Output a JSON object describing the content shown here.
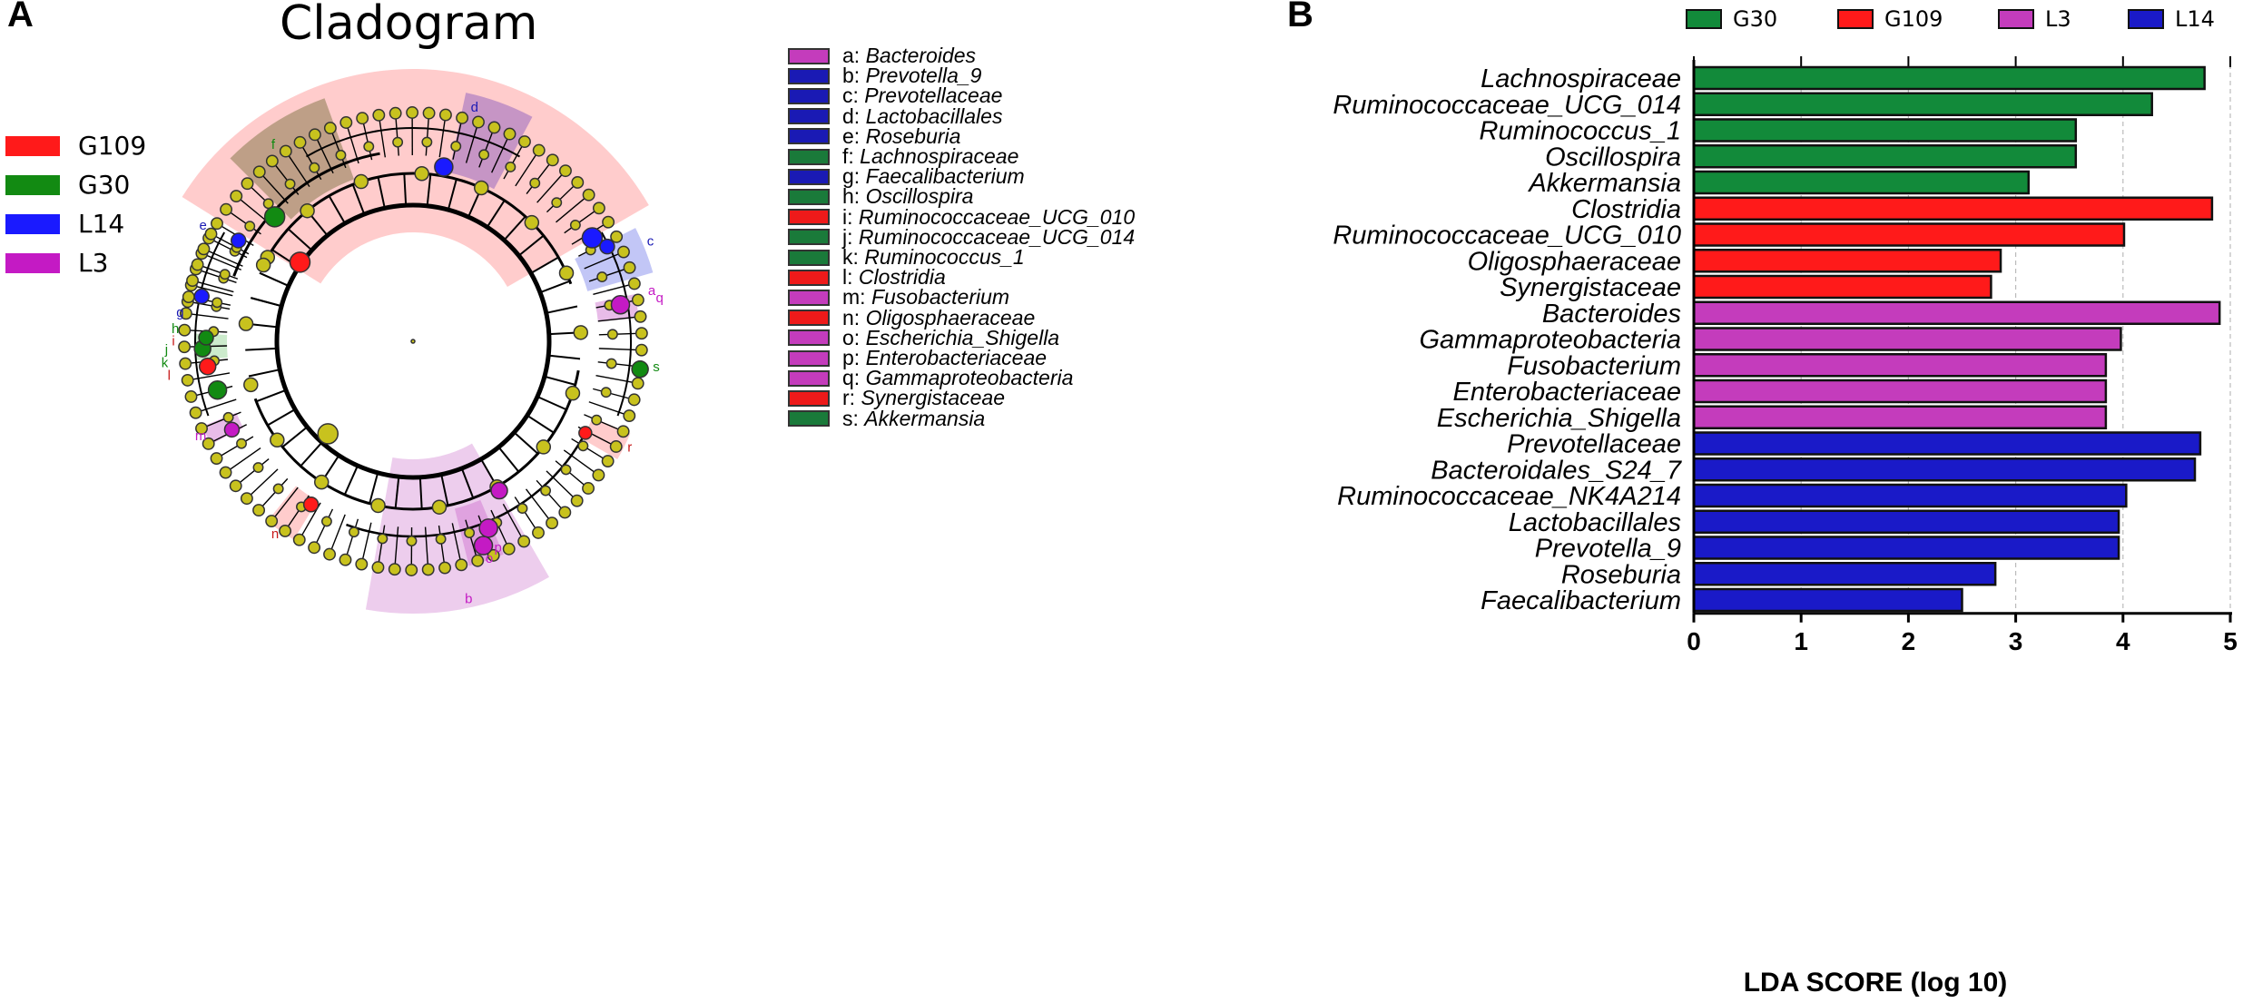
{
  "panel_a": {
    "letter": "A",
    "title": "Cladogram",
    "groups": [
      {
        "label": "G109",
        "color": "#ff1a1a"
      },
      {
        "label": "G30",
        "color": "#128a12"
      },
      {
        "label": "L14",
        "color": "#1a1aff"
      },
      {
        "label": "L3",
        "color": "#c41ac4"
      }
    ],
    "key": [
      {
        "letter": "a:",
        "taxon": "Bacteroides",
        "color": "#c43cbc"
      },
      {
        "letter": "b:",
        "taxon": "Prevotella_9",
        "color": "#1a1ab4"
      },
      {
        "letter": "c:",
        "taxon": "Prevotellaceae",
        "color": "#1a1ab4"
      },
      {
        "letter": "d:",
        "taxon": "Lactobacillales",
        "color": "#1a1ab4"
      },
      {
        "letter": "e:",
        "taxon": "Roseburia",
        "color": "#1a1ab4"
      },
      {
        "letter": "f:",
        "taxon": "Lachnospiraceae",
        "color": "#1a7a3a"
      },
      {
        "letter": "g:",
        "taxon": "Faecalibacterium",
        "color": "#1a1ab4"
      },
      {
        "letter": "h:",
        "taxon": "Oscillospira",
        "color": "#1a7a3a"
      },
      {
        "letter": "i:",
        "taxon": "Ruminococcaceae_UCG_010",
        "color": "#ee1a1a"
      },
      {
        "letter": "j:",
        "taxon": "Ruminococcaceae_UCG_014",
        "color": "#1a7a3a"
      },
      {
        "letter": "k:",
        "taxon": "Ruminococcus_1",
        "color": "#1a7a3a"
      },
      {
        "letter": "l:",
        "taxon": "Clostridia",
        "color": "#ee1a1a"
      },
      {
        "letter": "m:",
        "taxon": "Fusobacterium",
        "color": "#c43cbc"
      },
      {
        "letter": "n:",
        "taxon": "Oligosphaeraceae",
        "color": "#ee1a1a"
      },
      {
        "letter": "o:",
        "taxon": "Escherichia_Shigella",
        "color": "#c43cbc"
      },
      {
        "letter": "p:",
        "taxon": "Enterobacteriaceae",
        "color": "#c43cbc"
      },
      {
        "letter": "q:",
        "taxon": "Gammaproteobacteria",
        "color": "#c43cbc"
      },
      {
        "letter": "r:",
        "taxon": "Synergistaceae",
        "color": "#ee1a1a"
      },
      {
        "letter": "s:",
        "taxon": "Akkermansia",
        "color": "#1a7a3a"
      }
    ],
    "sector_labels": [
      "d",
      "c",
      "e",
      "g",
      "f",
      "h",
      "k",
      "j",
      "i",
      "l",
      "a",
      "q",
      "p",
      "o",
      "m",
      "n",
      "r",
      "s",
      "b"
    ]
  },
  "panel_b": {
    "letter": "B"
  },
  "chart_data": {
    "type": "bar",
    "orientation": "horizontal",
    "xlabel": "LDA SCORE (log 10)",
    "xlim": [
      0,
      5
    ],
    "xticks": [
      0,
      1,
      2,
      3,
      4,
      5
    ],
    "grid": "vertical dashed",
    "legend": {
      "placement": "top",
      "entries": [
        {
          "name": "G30",
          "color": "#128a3a"
        },
        {
          "name": "G109",
          "color": "#ff1a1a"
        },
        {
          "name": "L3",
          "color": "#c43cbc"
        },
        {
          "name": "L14",
          "color": "#1a1ac8"
        }
      ]
    },
    "bars": [
      {
        "label": "Lachnospiraceae",
        "value": 4.76,
        "group": "G30"
      },
      {
        "label": "Ruminococcaceae_UCG_014",
        "value": 4.27,
        "group": "G30"
      },
      {
        "label": "Ruminococcus_1",
        "value": 3.56,
        "group": "G30"
      },
      {
        "label": "Oscillospira",
        "value": 3.56,
        "group": "G30"
      },
      {
        "label": "Akkermansia",
        "value": 3.12,
        "group": "G30"
      },
      {
        "label": "Clostridia",
        "value": 4.83,
        "group": "G109"
      },
      {
        "label": "Ruminococcaceae_UCG_010",
        "value": 4.01,
        "group": "G109"
      },
      {
        "label": "Oligosphaeraceae",
        "value": 2.86,
        "group": "G109"
      },
      {
        "label": "Synergistaceae",
        "value": 2.77,
        "group": "G109"
      },
      {
        "label": "Bacteroides",
        "value": 4.9,
        "group": "L3"
      },
      {
        "label": "Gammaproteobacteria",
        "value": 3.98,
        "group": "L3"
      },
      {
        "label": "Fusobacterium",
        "value": 3.84,
        "group": "L3"
      },
      {
        "label": "Enterobacteriaceae",
        "value": 3.84,
        "group": "L3"
      },
      {
        "label": "Escherichia_Shigella",
        "value": 3.84,
        "group": "L3"
      },
      {
        "label": "Prevotellaceae",
        "value": 4.72,
        "group": "L14"
      },
      {
        "label": "Bacteroidales_S24_7",
        "value": 4.67,
        "group": "L14"
      },
      {
        "label": "Ruminococcaceae_NK4A214",
        "value": 4.03,
        "group": "L14"
      },
      {
        "label": "Lactobacillales",
        "value": 3.96,
        "group": "L14"
      },
      {
        "label": "Prevotella_9",
        "value": 3.96,
        "group": "L14"
      },
      {
        "label": "Roseburia",
        "value": 2.81,
        "group": "L14"
      },
      {
        "label": "Faecalibacterium",
        "value": 2.5,
        "group": "L14"
      }
    ]
  }
}
